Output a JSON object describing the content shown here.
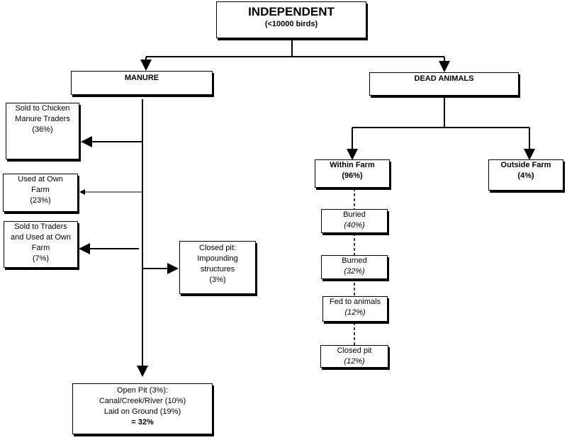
{
  "root": {
    "title": "INDEPENDENT",
    "subtitle": "(<10000 birds)"
  },
  "manure": {
    "title": "MANURE",
    "sold_chicken": [
      "Sold to Chicken",
      "Manure Traders",
      "(36%)"
    ],
    "used_own": [
      "Used at Own",
      "Farm",
      "(23%)"
    ],
    "sold_traders_own": [
      "Sold to Traders",
      "and Used at Own",
      "Farm",
      "(7%)"
    ],
    "closed_pit": [
      "Closed pit:",
      "Impounding",
      "structures",
      "(3%)"
    ],
    "open_pit": [
      "Open Pit (3%):",
      "Canal/Creek/River (10%)",
      "Laid on Ground (19%)",
      "= 32%"
    ]
  },
  "dead": {
    "title": "DEAD ANIMALS",
    "within": [
      "Within Farm",
      "(96%)"
    ],
    "outside": [
      "Outside Farm",
      "(4%)"
    ],
    "buried": [
      "Buried",
      "(40%)"
    ],
    "burned": [
      "Burned",
      "(32%)"
    ],
    "fed": [
      "Fed to animals",
      "(12%)"
    ],
    "closed": [
      "Closed pit",
      "(12%)"
    ]
  }
}
